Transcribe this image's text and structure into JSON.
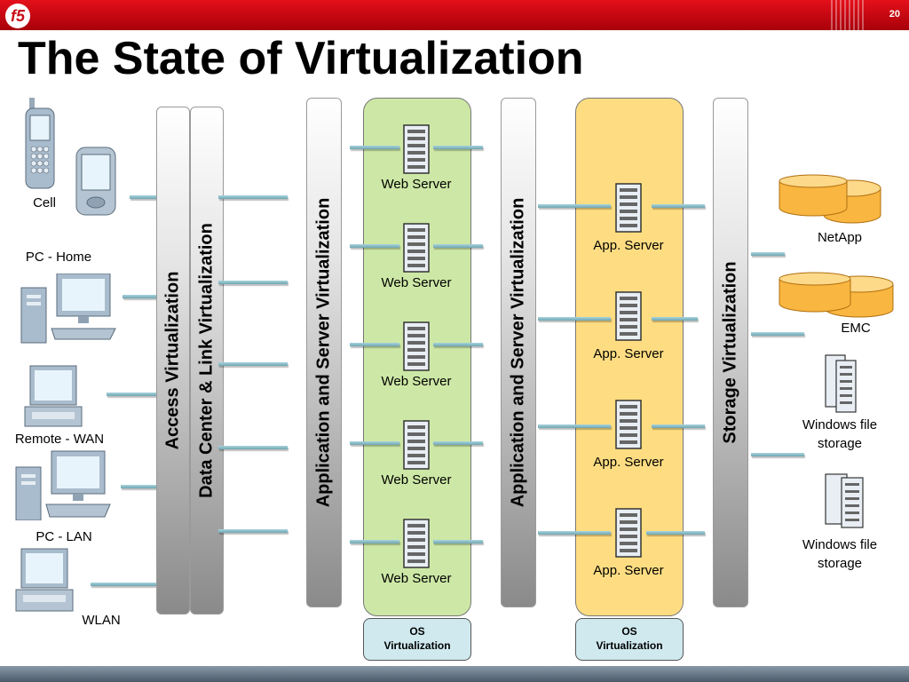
{
  "slide": {
    "title": "The State of Virtualization",
    "number": "20",
    "logo_text": "f5"
  },
  "pillars": {
    "access": "Access Virtualization",
    "datacenter": "Data Center & Link Virtualization",
    "app1": "Application and Server Virtualization",
    "app2": "Application and Server Virtualization",
    "storage": "Storage Virtualization"
  },
  "clients": [
    "Cell",
    "PC - Home",
    "Remote - WAN",
    "PC - LAN",
    "WLAN"
  ],
  "web_servers": [
    "Web Server",
    "Web Server",
    "Web Server",
    "Web Server",
    "Web Server"
  ],
  "app_servers": [
    "App. Server",
    "App. Server",
    "App. Server",
    "App. Server"
  ],
  "os_virtualization": [
    {
      "line1": "OS",
      "line2": "Virtualization"
    },
    {
      "line1": "OS",
      "line2": "Virtualization"
    }
  ],
  "storage": [
    "NetApp",
    "EMC",
    "Windows file storage",
    "Windows file storage"
  ],
  "colors": {
    "header": "#c8101a",
    "web_zone": "#cde8a6",
    "app_zone": "#fedd82",
    "os_box": "#cfe9ef",
    "connector": "#8cbfc9"
  }
}
